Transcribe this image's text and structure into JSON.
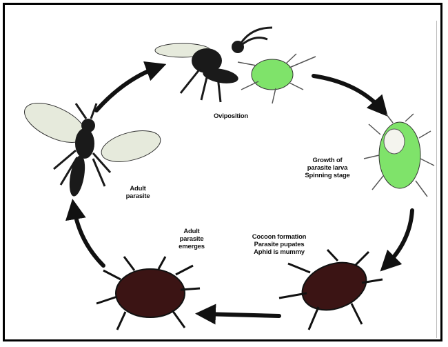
{
  "diagram": {
    "stages": [
      {
        "id": "oviposition",
        "lines": [
          "Oviposition"
        ]
      },
      {
        "id": "growth",
        "lines": [
          "Growth of",
          "parasite larva",
          "Spinning stage"
        ]
      },
      {
        "id": "pupation",
        "lines": [
          "Cocoon formation",
          "Parasite pupates",
          "Aphid is mummy"
        ]
      },
      {
        "id": "emergence",
        "lines": [
          "Adult",
          "parasite",
          "emerges"
        ]
      },
      {
        "id": "adult",
        "lines": [
          "Adult",
          "parasite"
        ]
      }
    ],
    "colors": {
      "aphid_live": "#7fe36a",
      "aphid_mummy": "#3b1414",
      "wasp_body": "#1a1a1a",
      "wing": "#e6eadc",
      "arrow": "#111111"
    }
  }
}
